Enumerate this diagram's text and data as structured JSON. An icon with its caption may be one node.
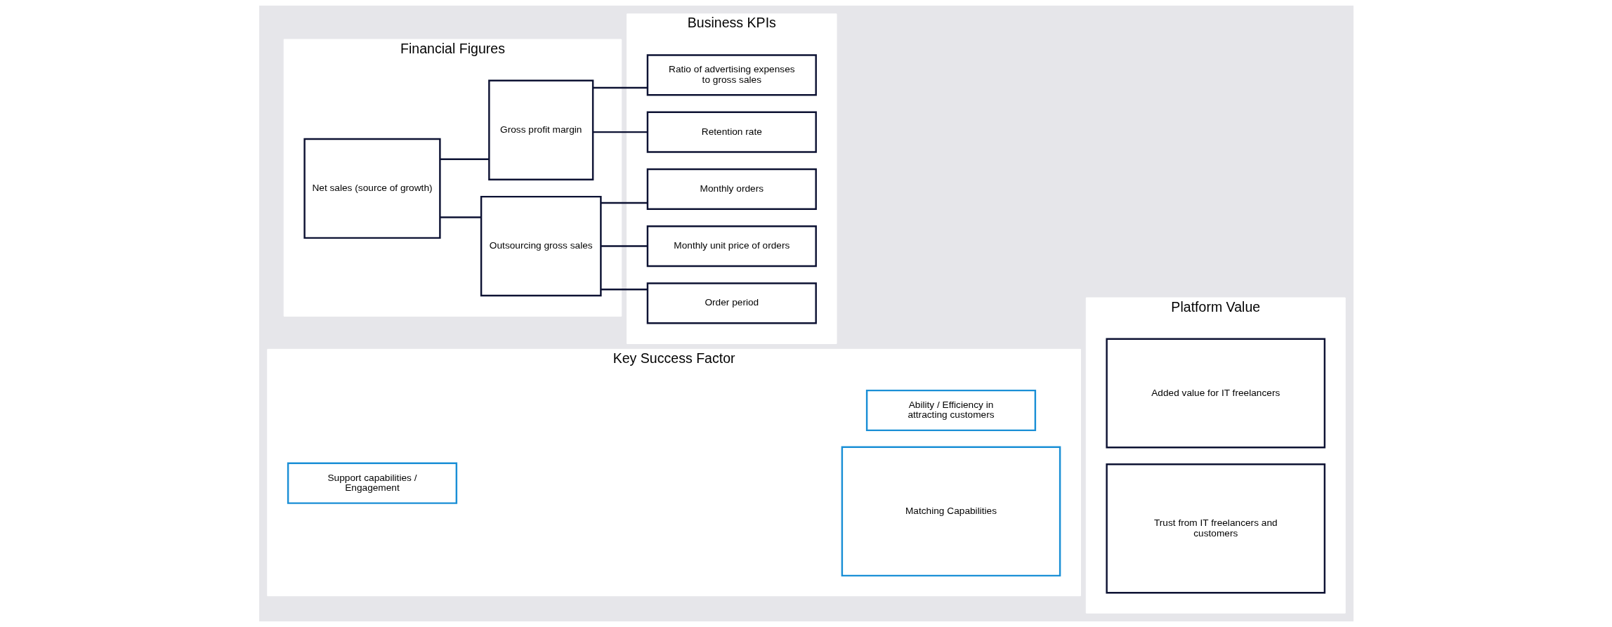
{
  "diagram": {
    "nodes": [
      {
        "text": [
          "Financial Figures"
        ]
      },
      {
        "text": [
          "Net sales (source of growth)"
        ],
        "in": 0
      },
      {
        "text": [
          "Outsourcing gross sales"
        ],
        "in": 0
      },
      {
        "text": [
          "Gross profit margin"
        ],
        "in": 0
      },
      {
        "text": [
          "Business KPIs"
        ]
      },
      {
        "text": [
          "Monthly orders"
        ],
        "in": 4
      },
      {
        "text": [
          "Monthly unit price of orders"
        ],
        "in": 4
      },
      {
        "text": [
          "Order period"
        ],
        "in": 4
      },
      {
        "text": [
          "Retention rate"
        ],
        "in": 4
      },
      {
        "text": [
          "Ratio of advertising expenses to gross sales"
        ],
        "in": 4
      },
      {
        "text": [
          "Key Success Factor"
        ]
      },
      {
        "text": [
          "Matching Capabilities"
        ],
        "in": 10
      },
      {
        "text": [
          "Support capabilities / Engagement"
        ],
        "in": 10
      },
      {
        "text": [
          "Ability / Efficiency in attracting customers"
        ],
        "in": 10
      },
      {
        "text": [
          "Platform Value"
        ]
      },
      {
        "text": [
          "Trust from IT freelancers and customers"
        ],
        "in": 14
      },
      {
        "text": [
          "Added value for IT freelancers"
        ],
        "in": 14
      }
    ],
    "edges": [
      {
        "from": 1,
        "to": 2,
        "arrow": "none"
      },
      {
        "from": 1,
        "to": 3,
        "arrow": "none"
      },
      {
        "from": 2,
        "to": 5,
        "arrow": "none"
      },
      {
        "from": 2,
        "to": 6,
        "arrow": "none"
      },
      {
        "from": 2,
        "to": 7,
        "arrow": "none"
      },
      {
        "from": 3,
        "to": 8,
        "arrow": "none"
      },
      {
        "from": 3,
        "to": 9,
        "arrow": "none"
      }
    ]
  }
}
